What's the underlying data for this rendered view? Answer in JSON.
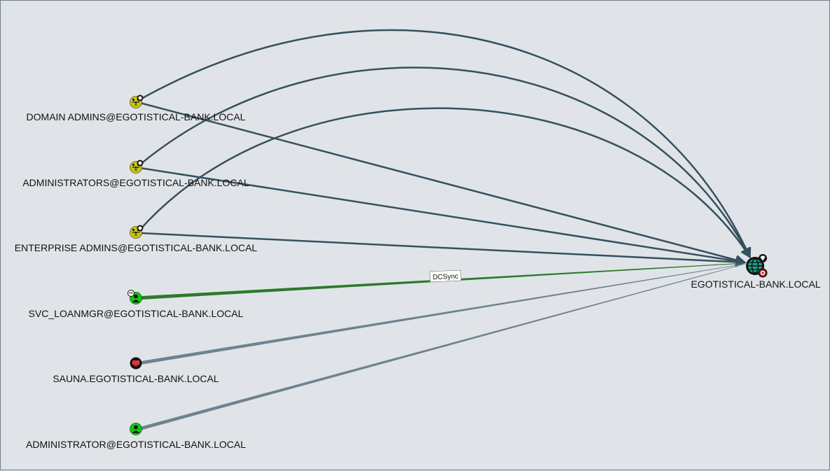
{
  "graph": {
    "nodes": [
      {
        "id": "domain_admins",
        "label": "DOMAIN ADMINS@EGOTISTICAL-BANK.LOCAL",
        "type": "group",
        "icon": "group-icon",
        "badge": "admin-badge-icon",
        "color": "#c8c816"
      },
      {
        "id": "administrators",
        "label": "ADMINISTRATORS@EGOTISTICAL-BANK.LOCAL",
        "type": "group",
        "icon": "group-icon",
        "badge": "admin-badge-icon",
        "color": "#c8c816"
      },
      {
        "id": "enterprise_admins",
        "label": "ENTERPRISE ADMINS@EGOTISTICAL-BANK.LOCAL",
        "type": "group",
        "icon": "group-icon",
        "badge": "admin-badge-icon",
        "color": "#c8c816"
      },
      {
        "id": "svc_loanmgr",
        "label": "SVC_LOANMGR@EGOTISTICAL-BANK.LOCAL",
        "type": "user",
        "icon": "user-icon",
        "badge": "owned-skull-badge-icon",
        "color": "#17c117"
      },
      {
        "id": "sauna",
        "label": "SAUNA.EGOTISTICAL-BANK.LOCAL",
        "type": "computer",
        "icon": "computer-icon",
        "badge": "",
        "color": "#e3343c"
      },
      {
        "id": "administrator",
        "label": "ADMINISTRATOR@EGOTISTICAL-BANK.LOCAL",
        "type": "user",
        "icon": "user-icon",
        "badge": "",
        "color": "#17c117"
      },
      {
        "id": "domain",
        "label": "EGOTISTICAL-BANK.LOCAL",
        "type": "domain",
        "icon": "globe-icon",
        "badge": "target-badge-icon",
        "color": "#17a48a"
      }
    ],
    "edges": [
      {
        "id": "e1",
        "source": "domain_admins",
        "target": "domain",
        "label": "",
        "style": "straight"
      },
      {
        "id": "e2",
        "source": "domain_admins",
        "target": "domain",
        "label": "",
        "style": "curved"
      },
      {
        "id": "e3",
        "source": "administrators",
        "target": "domain",
        "label": "",
        "style": "straight"
      },
      {
        "id": "e4",
        "source": "administrators",
        "target": "domain",
        "label": "",
        "style": "curved"
      },
      {
        "id": "e5",
        "source": "enterprise_admins",
        "target": "domain",
        "label": "",
        "style": "straight"
      },
      {
        "id": "e6",
        "source": "enterprise_admins",
        "target": "domain",
        "label": "",
        "style": "curved"
      },
      {
        "id": "e7",
        "source": "svc_loanmgr",
        "target": "domain",
        "label": "DCSync",
        "style": "highlighted"
      },
      {
        "id": "e8",
        "source": "sauna",
        "target": "domain",
        "label": "",
        "style": "faded"
      },
      {
        "id": "e9",
        "source": "administrator",
        "target": "domain",
        "label": "",
        "style": "faded"
      }
    ],
    "colors": {
      "background": "#e0e4e8",
      "edge": "#36505e",
      "edge_highlight": "#2c7a2c",
      "edge_faded": "#6f838f"
    }
  }
}
